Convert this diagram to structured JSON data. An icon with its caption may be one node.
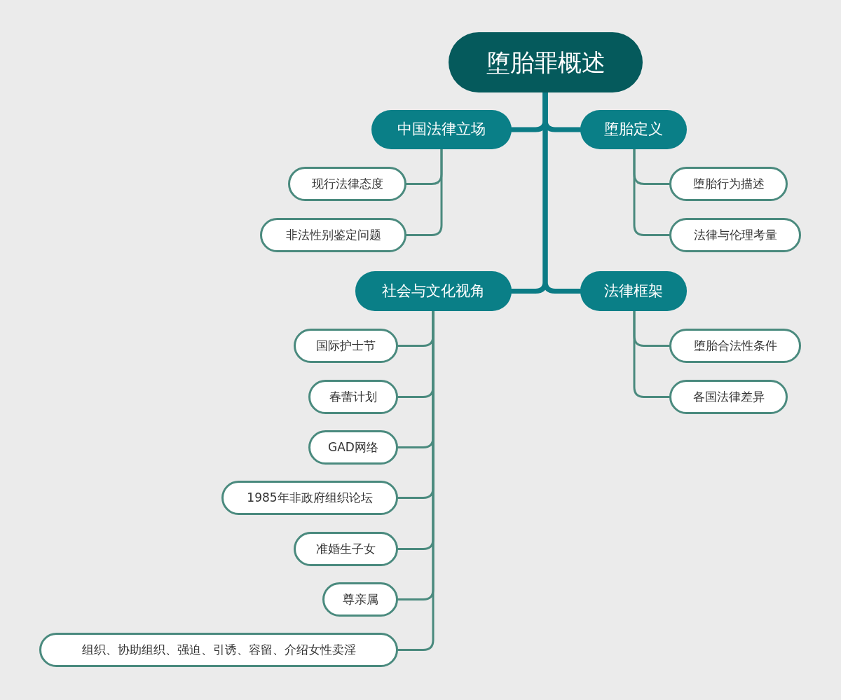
{
  "diagram": {
    "nodes": [
      {
        "text": [
          "堕胎罪概述"
        ]
      },
      {
        "text": [
          "中国法律立场"
        ]
      },
      {
        "text": [
          "堕胎定义"
        ]
      },
      {
        "text": [
          "现行法律态度"
        ]
      },
      {
        "text": [
          "非法性别鉴定问题"
        ]
      },
      {
        "text": [
          "堕胎行为描述"
        ]
      },
      {
        "text": [
          "法律与伦理考量"
        ]
      },
      {
        "text": [
          "社会与文化视角"
        ]
      },
      {
        "text": [
          "法律框架"
        ]
      },
      {
        "text": [
          "国际护士节"
        ]
      },
      {
        "text": [
          "春蕾计划"
        ]
      },
      {
        "text": [
          "GAD网络"
        ]
      },
      {
        "text": [
          "1985年非政府组织论坛"
        ]
      },
      {
        "text": [
          "准婚生子女"
        ]
      },
      {
        "text": [
          "尊亲属"
        ]
      },
      {
        "text": [
          "组织、协助组织、强迫、引诱、容留、介绍女性卖淫"
        ]
      },
      {
        "text": [
          "堕胎合法性条件"
        ]
      },
      {
        "text": [
          "各国法律差异"
        ]
      }
    ],
    "edges": [
      {
        "from": 0,
        "to": 1,
        "arrow": "none",
        "style": "thick",
        "color": "#0b7b85"
      },
      {
        "from": 0,
        "to": 2,
        "arrow": "none",
        "style": "thick",
        "color": "#0b7b85"
      },
      {
        "from": 0,
        "to": 7,
        "arrow": "none",
        "style": "thick",
        "color": "#0b7b85"
      },
      {
        "from": 0,
        "to": 8,
        "arrow": "none",
        "style": "thick",
        "color": "#0b7b85"
      },
      {
        "from": 1,
        "to": 3,
        "arrow": "none"
      },
      {
        "from": 1,
        "to": 4,
        "arrow": "none"
      },
      {
        "from": 2,
        "to": 5,
        "arrow": "none"
      },
      {
        "from": 2,
        "to": 6,
        "arrow": "none"
      },
      {
        "from": 7,
        "to": 9,
        "arrow": "none"
      },
      {
        "from": 7,
        "to": 10,
        "arrow": "none"
      },
      {
        "from": 7,
        "to": 11,
        "arrow": "none"
      },
      {
        "from": 7,
        "to": 12,
        "arrow": "none"
      },
      {
        "from": 7,
        "to": 13,
        "arrow": "none"
      },
      {
        "from": 7,
        "to": 14,
        "arrow": "none"
      },
      {
        "from": 7,
        "to": 15,
        "arrow": "none"
      },
      {
        "from": 8,
        "to": 16,
        "arrow": "none"
      },
      {
        "from": 8,
        "to": 17,
        "arrow": "none"
      }
    ]
  }
}
